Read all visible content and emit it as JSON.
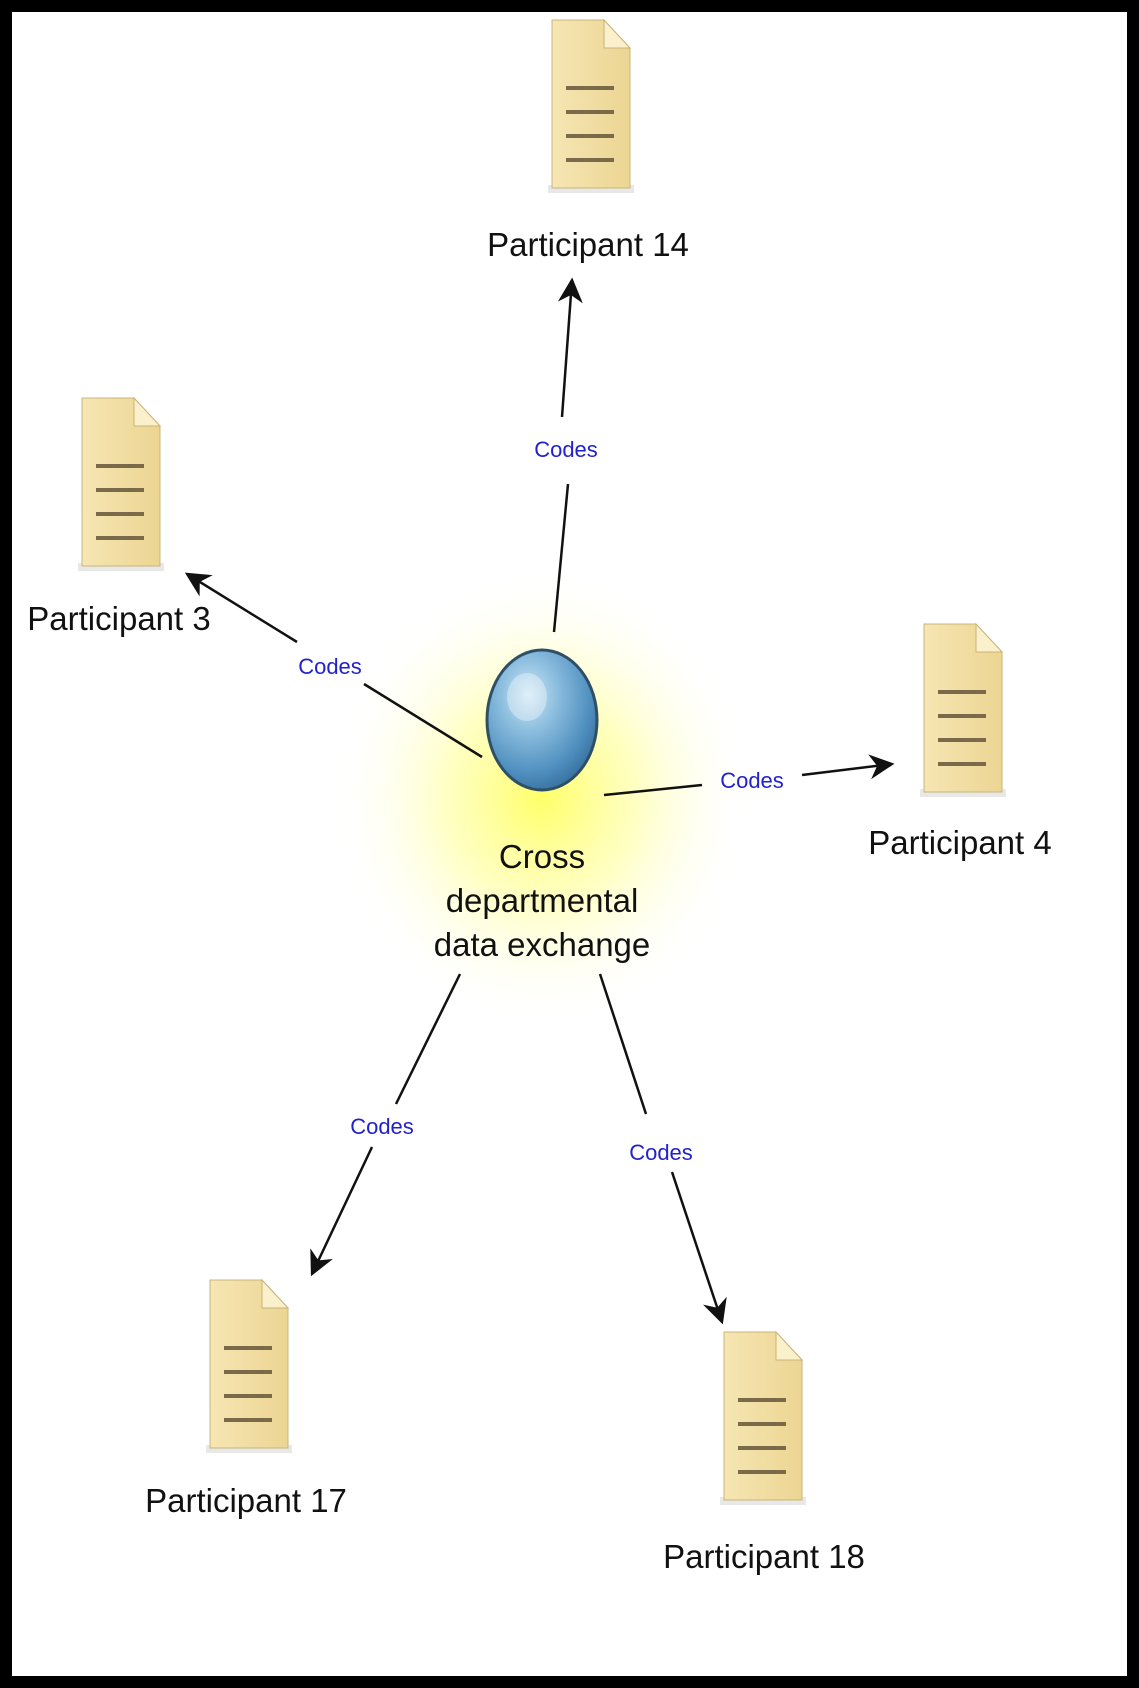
{
  "center": {
    "label_lines": [
      "Cross",
      "departmental",
      "data exchange"
    ],
    "icon": "sphere-icon",
    "color": "#6aa6cc",
    "glow_color": "#ffff70"
  },
  "documents": [
    {
      "id": "p14",
      "label": "Participant 14",
      "icon": "document-icon"
    },
    {
      "id": "p3",
      "label": "Participant 3",
      "icon": "document-icon"
    },
    {
      "id": "p4",
      "label": "Participant 4",
      "icon": "document-icon"
    },
    {
      "id": "p17",
      "label": "Participant 17",
      "icon": "document-icon"
    },
    {
      "id": "p18",
      "label": "Participant 18",
      "icon": "document-icon"
    }
  ],
  "edges": [
    {
      "target": "p14",
      "label": "Codes"
    },
    {
      "target": "p3",
      "label": "Codes"
    },
    {
      "target": "p4",
      "label": "Codes"
    },
    {
      "target": "p17",
      "label": "Codes"
    },
    {
      "target": "p18",
      "label": "Codes"
    }
  ],
  "colors": {
    "document_fill": "#f3dfa2",
    "document_line": "#7a6a4a",
    "edge_label": "#2222cc",
    "arrow": "#111111"
  }
}
